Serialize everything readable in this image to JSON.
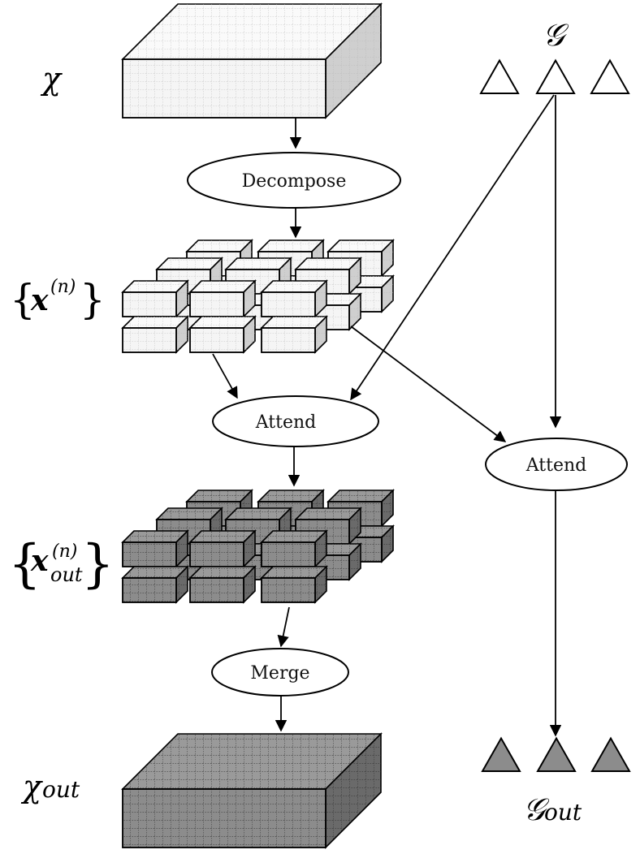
{
  "labels": {
    "chi": "χ",
    "chi_out_base": "χ",
    "chi_out_sub": "out",
    "x_set_open": "{",
    "x_set_close": "}",
    "x_bold": "x",
    "x_sup": "(n)",
    "xout_sup": "(n)",
    "xout_sub": "out",
    "g": "𝒢",
    "g_out_base": "𝒢",
    "g_out_sub": "out"
  },
  "nodes": {
    "decompose": "Decompose",
    "attend_left": "Attend",
    "attend_right": "Attend",
    "merge": "Merge"
  },
  "colors": {
    "light_fill": "#f5f5f5",
    "light_side": "#cfcfcf",
    "dark_fill": "#8c8c8c",
    "dark_side": "#6a6a6a",
    "stroke": "#000000"
  }
}
